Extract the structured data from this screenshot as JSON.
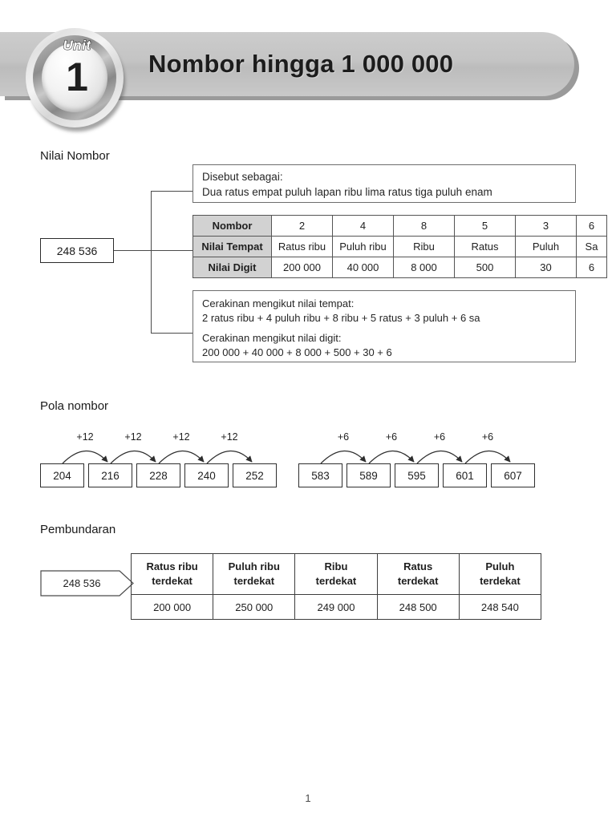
{
  "header": {
    "unit_label": "Unit",
    "unit_number": "1",
    "title": "Nombor hingga 1 000 000",
    "banner_color": "#c4c4c4",
    "title_color": "#1c1c1c"
  },
  "sections": {
    "nilai_nombor": {
      "heading": "Nilai Nombor",
      "source_number": "248 536",
      "disebut": {
        "line1": "Disebut sebagai:",
        "line2": "Dua ratus empat puluh lapan ribu lima ratus tiga puluh enam"
      },
      "place_value_table": {
        "row_labels": [
          "Nombor",
          "Nilai Tempat",
          "Nilai Digit"
        ],
        "digits": [
          "2",
          "4",
          "8",
          "5",
          "3",
          "6"
        ],
        "places": [
          "Ratus ribu",
          "Puluh ribu",
          "Ribu",
          "Ratus",
          "Puluh",
          "Sa"
        ],
        "digit_values": [
          "200 000",
          "40 000",
          "8 000",
          "500",
          "30",
          "6"
        ],
        "label_fill": "#d2d2d2"
      },
      "cerakinan": {
        "title1": "Cerakinan mengikut nilai tempat:",
        "expr1": "2 ratus ribu + 4 puluh ribu + 8 ribu + 5 ratus + 3 puluh + 6 sa",
        "title2": "Cerakinan mengikut nilai digit:",
        "expr2": "200 000 + 40 000 + 8 000 + 500 + 30 + 6"
      }
    },
    "pola_nombor": {
      "heading": "Pola nombor",
      "patterns": [
        {
          "step_label": "+12",
          "values": [
            "204",
            "216",
            "228",
            "240",
            "252"
          ]
        },
        {
          "step_label": "+6",
          "values": [
            "583",
            "589",
            "595",
            "601",
            "607"
          ]
        }
      ]
    },
    "pembundaran": {
      "heading": "Pembundaran",
      "source_number": "248 536",
      "headers": [
        {
          "l1": "Ratus ribu",
          "l2": "terdekat"
        },
        {
          "l1": "Puluh ribu",
          "l2": "terdekat"
        },
        {
          "l1": "Ribu",
          "l2": "terdekat"
        },
        {
          "l1": "Ratus",
          "l2": "terdekat"
        },
        {
          "l1": "Puluh",
          "l2": "terdekat"
        }
      ],
      "values": [
        "200 000",
        "250 000",
        "249 000",
        "248 500",
        "248 540"
      ]
    }
  },
  "footer": {
    "page_number": "1"
  }
}
